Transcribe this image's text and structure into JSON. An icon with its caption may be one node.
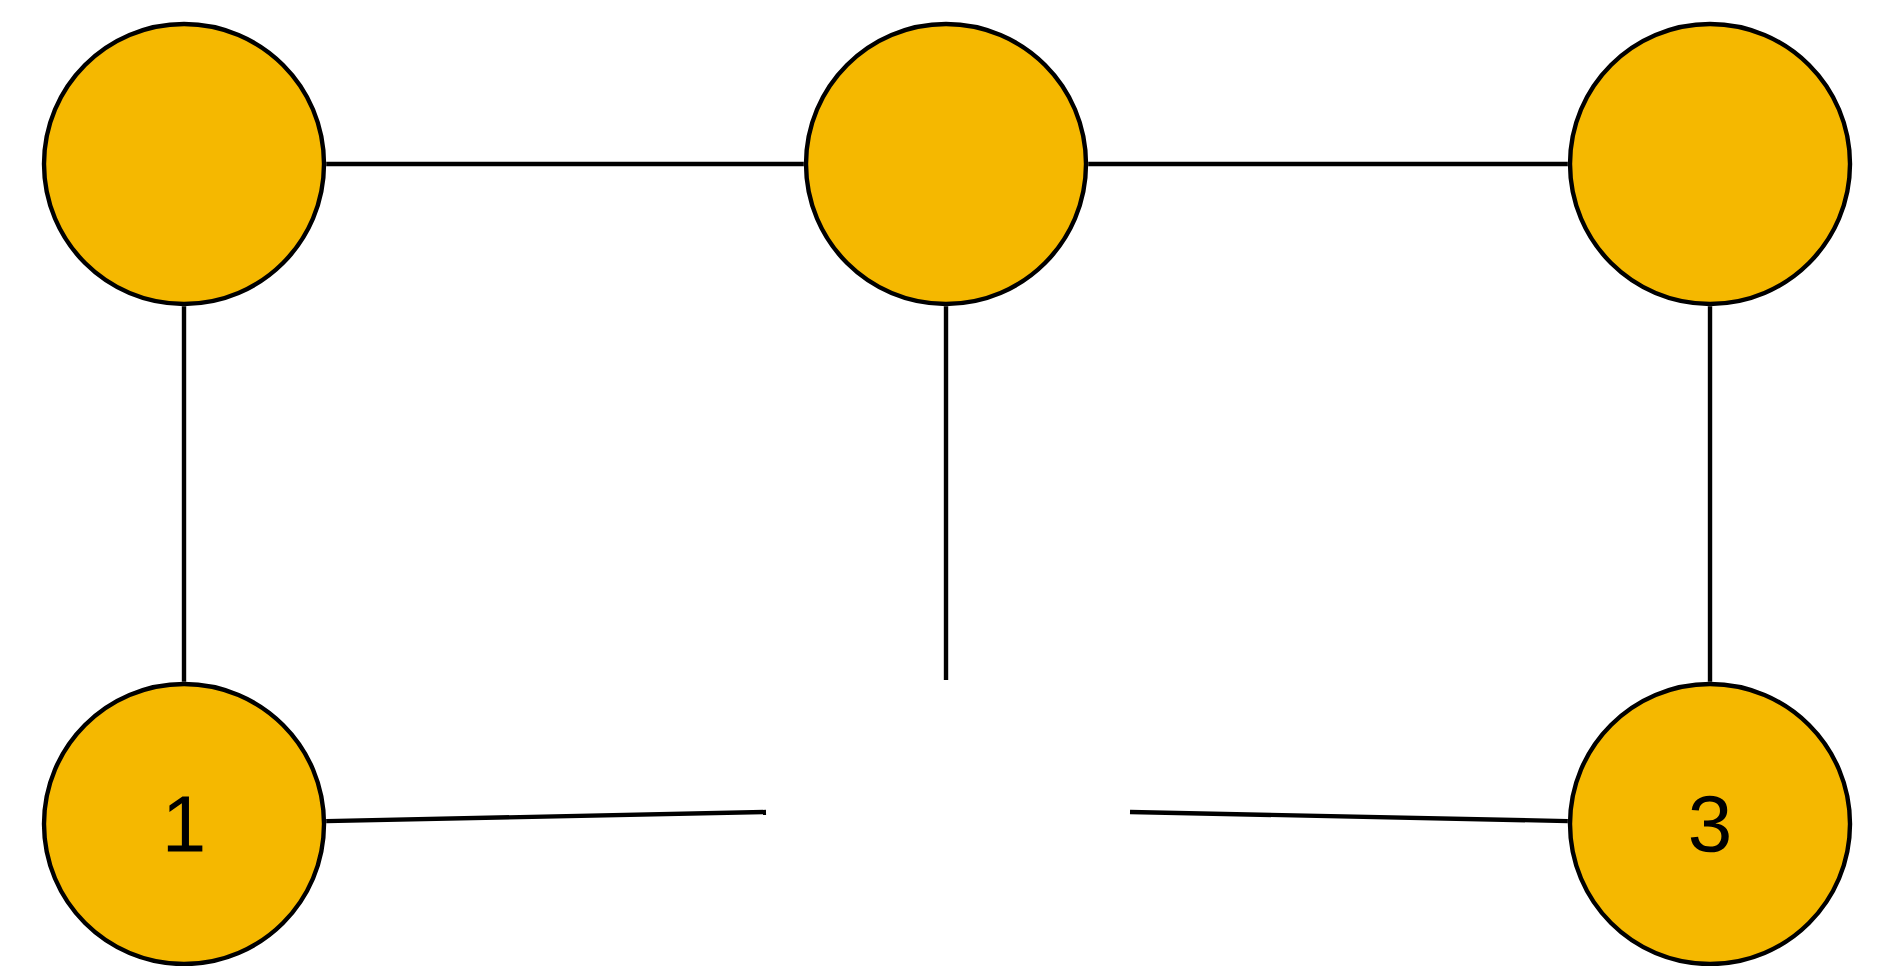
{
  "diagram": {
    "nodes": [
      {
        "text": [],
        "shape": "circle"
      },
      {
        "text": [],
        "shape": "circle"
      },
      {
        "text": [],
        "shape": "circle"
      },
      {
        "text": [
          "1"
        ]
      },
      {
        "text": [
          "3"
        ]
      }
    ],
    "edges": [
      {
        "from": 0,
        "to": 1,
        "arrow": "none"
      },
      {
        "from": 1,
        "to": 2,
        "arrow": "none"
      },
      {
        "from": 0,
        "to": 3,
        "arrow": "none"
      },
      {
        "from": 2,
        "to": 4,
        "arrow": "none"
      },
      {
        "from": 1,
        "to": null,
        "arrow": "none"
      },
      {
        "from": 3,
        "to": null,
        "arrow": "none"
      },
      {
        "from": null,
        "to": 4,
        "arrow": "none"
      }
    ]
  }
}
